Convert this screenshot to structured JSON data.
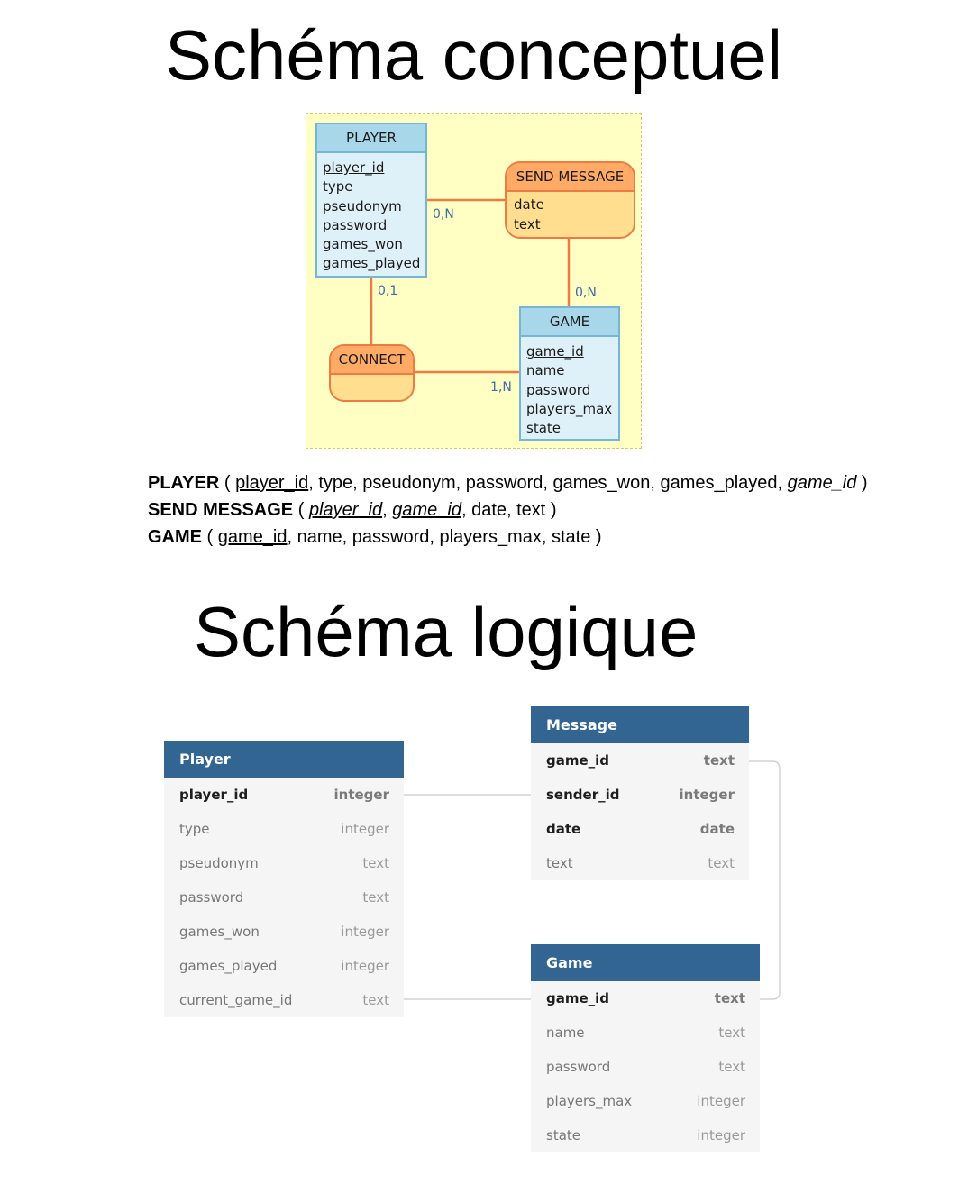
{
  "conceptual": {
    "title": "Schéma conceptuel",
    "entities": {
      "player": {
        "name": "PLAYER",
        "attributes": [
          "player_id",
          "type",
          "pseudonym",
          "password",
          "games_won",
          "games_played"
        ],
        "key": "player_id"
      },
      "game": {
        "name": "GAME",
        "attributes": [
          "game_id",
          "name",
          "password",
          "players_max",
          "state"
        ],
        "key": "game_id"
      }
    },
    "associations": {
      "send_message": {
        "name": "SEND MESSAGE",
        "attributes": [
          "date",
          "text"
        ]
      },
      "connect": {
        "name": "CONNECT",
        "attributes": []
      }
    },
    "cardinalities": {
      "player_send_message": "0,N",
      "game_send_message": "0,N",
      "player_connect": "0,1",
      "game_connect": "1,N"
    },
    "colors": {
      "background": "#ffffc4",
      "entity_fill": "#dff1f8",
      "entity_header": "#a9d7ea",
      "entity_border": "#74b6d8",
      "assoc_fill": "#ffdf8f",
      "assoc_header": "#ffaa65",
      "assoc_border": "#ef7a45",
      "cardinality": "#3b6ea5"
    }
  },
  "relational": {
    "player": {
      "name": "PLAYER",
      "open": " ( ",
      "key": "player_id",
      "middle": ", type, pseudonym, password, games_won, games_played, ",
      "foreign": "game_id",
      "close": " )"
    },
    "send_message": {
      "name": "SEND MESSAGE",
      "open": " ( ",
      "key1": "player_id",
      "sep": ", ",
      "key2": "game_id",
      "rest": ", date, text )"
    },
    "game": {
      "name": "GAME",
      "open": " ( ",
      "key": "game_id",
      "rest": ", name, password, players_max, state )"
    }
  },
  "logical": {
    "title": "Schéma logique",
    "header_color": "#336593",
    "tables": {
      "player": {
        "name": "Player",
        "columns": [
          {
            "name": "player_id",
            "type": "integer",
            "key": true
          },
          {
            "name": "type",
            "type": "integer",
            "key": false
          },
          {
            "name": "pseudonym",
            "type": "text",
            "key": false
          },
          {
            "name": "password",
            "type": "text",
            "key": false
          },
          {
            "name": "games_won",
            "type": "integer",
            "key": false
          },
          {
            "name": "games_played",
            "type": "integer",
            "key": false
          },
          {
            "name": "current_game_id",
            "type": "text",
            "key": false
          }
        ]
      },
      "message": {
        "name": "Message",
        "columns": [
          {
            "name": "game_id",
            "type": "text",
            "key": true
          },
          {
            "name": "sender_id",
            "type": "integer",
            "key": true
          },
          {
            "name": "date",
            "type": "date",
            "key": true
          },
          {
            "name": "text",
            "type": "text",
            "key": false
          }
        ]
      },
      "game": {
        "name": "Game",
        "columns": [
          {
            "name": "game_id",
            "type": "text",
            "key": true
          },
          {
            "name": "name",
            "type": "text",
            "key": false
          },
          {
            "name": "password",
            "type": "text",
            "key": false
          },
          {
            "name": "players_max",
            "type": "integer",
            "key": false
          },
          {
            "name": "state",
            "type": "integer",
            "key": false
          }
        ]
      }
    }
  }
}
